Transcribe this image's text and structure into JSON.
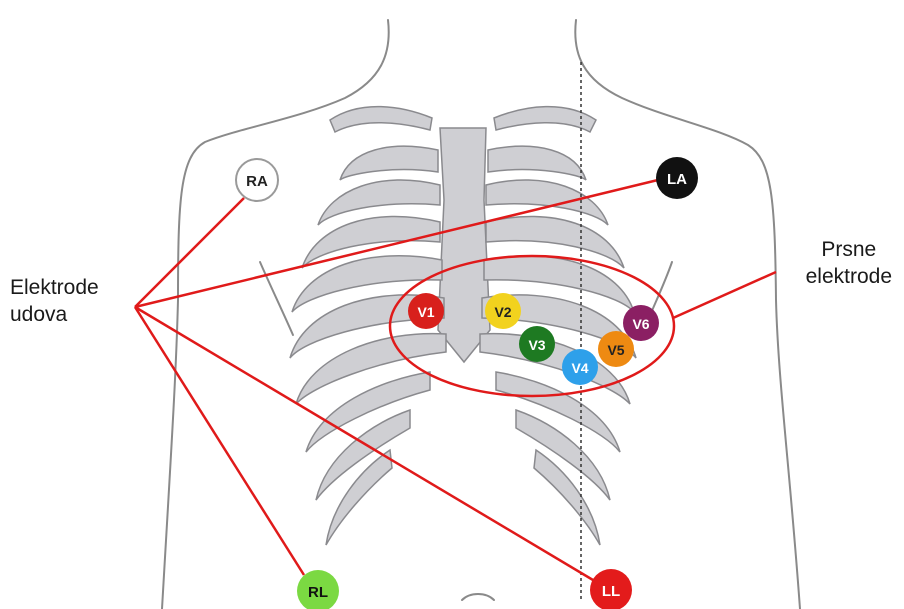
{
  "labels": {
    "limb_line1": "Elektrode",
    "limb_line2": "udova",
    "chest_line1": "Prsne",
    "chest_line2": "elektrode"
  },
  "electrodes": {
    "RA": "RA",
    "LA": "LA",
    "RL": "RL",
    "LL": "LL",
    "V1": "V1",
    "V2": "V2",
    "V3": "V3",
    "V4": "V4",
    "V5": "V5",
    "V6": "V6"
  },
  "colors": {
    "leader_line": "#e01a1a",
    "RA": "#ffffff",
    "LA": "#111111",
    "RL": "#7bd942",
    "LL": "#e31b1b",
    "V1": "#d8201c",
    "V2": "#f2d21e",
    "V3": "#1e7a22",
    "V4": "#2ea0ea",
    "V5": "#ee8a12",
    "V6": "#8b1f63",
    "ribs": "#cfcfd3",
    "rib_outline": "#8a8a8e",
    "body_outline": "#8a8a8a"
  }
}
